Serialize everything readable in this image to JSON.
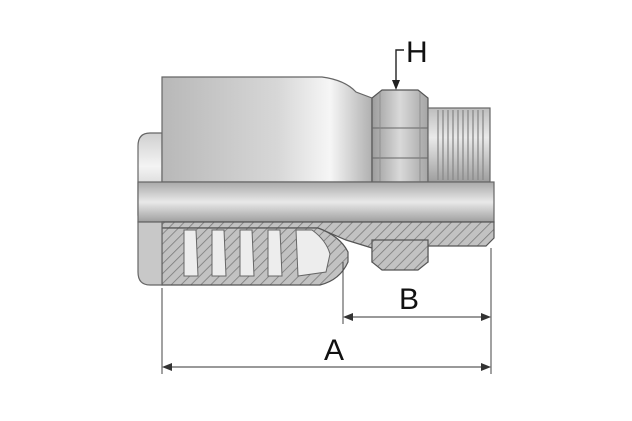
{
  "labels": {
    "hex": "H",
    "dim_b": "B",
    "dim_a": "A"
  },
  "colors": {
    "metal_light": "#e6e6e6",
    "metal_mid": "#bdbdbd",
    "metal_dark": "#8c8c8c",
    "hatch": "#7a7a7a",
    "outline": "#555555",
    "dimension": "#333333"
  }
}
